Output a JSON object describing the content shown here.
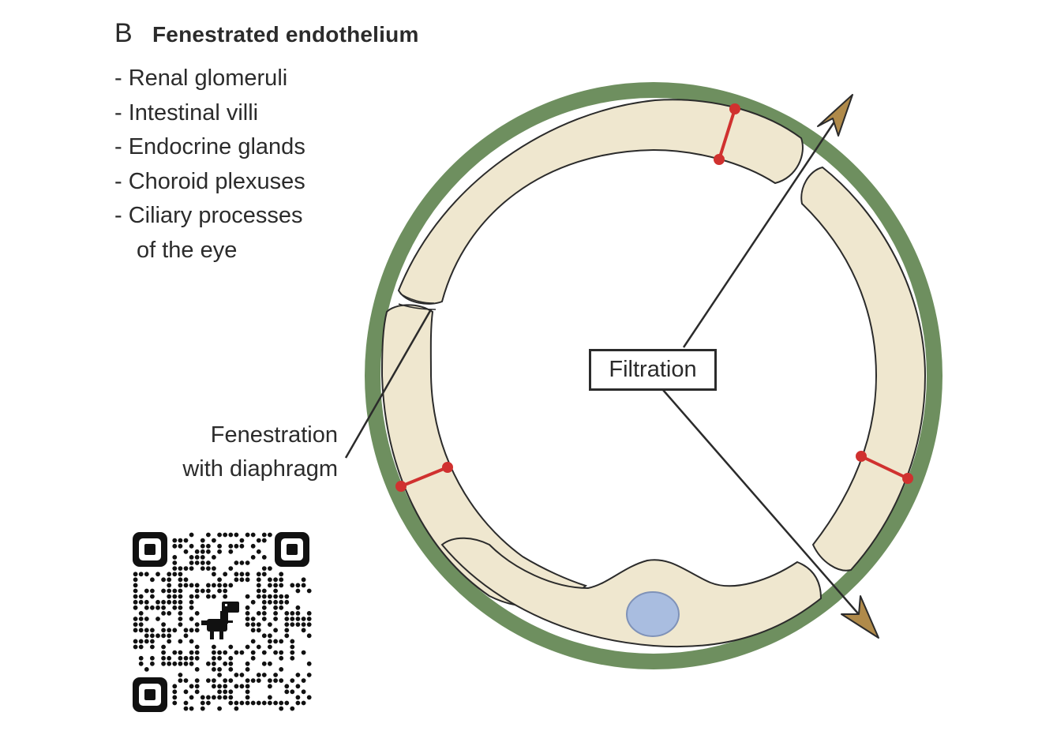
{
  "panel": {
    "letter": "B",
    "title": "Fenestrated endothelium"
  },
  "locations": [
    {
      "text": "- Renal glomeruli"
    },
    {
      "text": "- Intestinal villi"
    },
    {
      "text": "- Endocrine glands"
    },
    {
      "text": "- Choroid plexuses"
    },
    {
      "text": "- Ciliary processes"
    },
    {
      "text": "of the eye"
    }
  ],
  "labels": {
    "fenestration_line1": "Fenestration",
    "fenestration_line2": "with diaphragm",
    "filtration": "Filtration"
  },
  "colors": {
    "basement_membrane": "#6e8f5f",
    "endothelial_cytoplasm": "#efe7cf",
    "cell_outline": "#2b2b2b",
    "junction": "#d0312f",
    "nucleus": "#a9bde0",
    "arrowhead": "#b08a4a"
  },
  "icons": {
    "qr_code": "qr-code-icon",
    "dinosaur": "dinosaur-icon"
  }
}
